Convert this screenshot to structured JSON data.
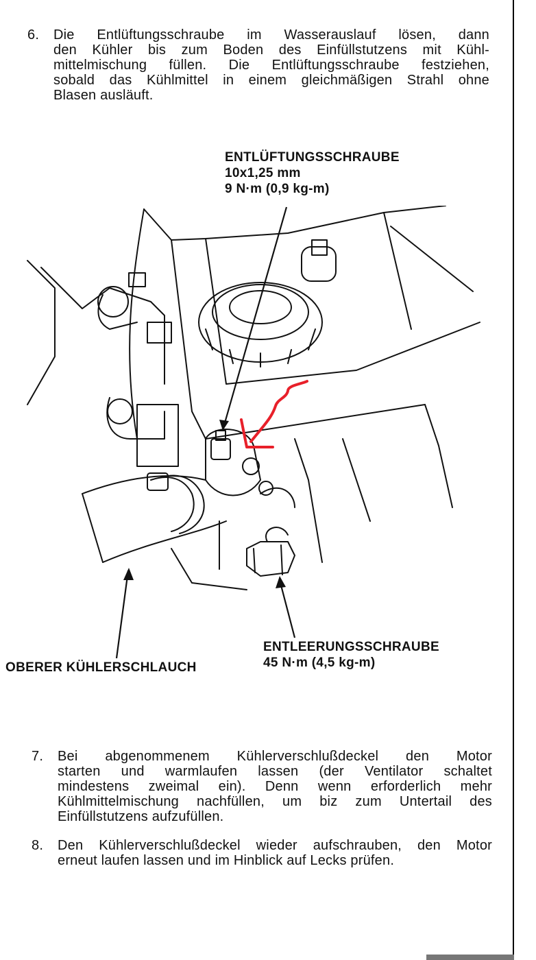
{
  "step6": {
    "number": "6.",
    "lines": [
      "Die Entlüftungsschraube im Wasserauslauf lösen, dann",
      "den Kühler bis zum Boden des Einfüllstutzens mit Kühl-",
      "mittelmischung füllen. Die Entlüftungsschraube festziehen,",
      "sobald das Kühlmittel in einem gleichmäßigen Strahl ohne",
      "Blasen ausläuft."
    ]
  },
  "labels": {
    "bleed_screw": {
      "title": "ENTLÜFTUNGSSCHRAUBE",
      "size": "10x1,25 mm",
      "torque": "9 N·m (0,9 kg-m)"
    },
    "drain_screw": {
      "title": "ENTLEERUNGSSCHRAUBE",
      "torque": "45 N·m (4,5 kg-m)"
    },
    "upper_hose": {
      "title": "OBERER KÜHLERSCHLAUCH"
    }
  },
  "step7": {
    "number": "7.",
    "lines": [
      "Bei abgenommenem Kühlerverschlußdeckel den Motor",
      "starten und warmlaufen lassen (der Ventilator schaltet",
      "mindestens zweimal ein). Denn wenn erforderlich mehr",
      "Kühlmittelmischung nachfüllen, um biz zum Untertail des",
      "Einfüllstutzens aufzufüllen."
    ]
  },
  "step8": {
    "number": "8.",
    "lines": [
      "Den Kühlerverschlußdeckel wieder aufschrauben, den Motor",
      "erneut laufen lassen und im Hinblick auf Lecks prüfen."
    ]
  },
  "colors": {
    "ink": "#111111",
    "markup_red": "#e8202a"
  },
  "icons": {
    "figure": "engine-cooling-line-drawing",
    "markup": "hand-drawn-red-arrow"
  }
}
